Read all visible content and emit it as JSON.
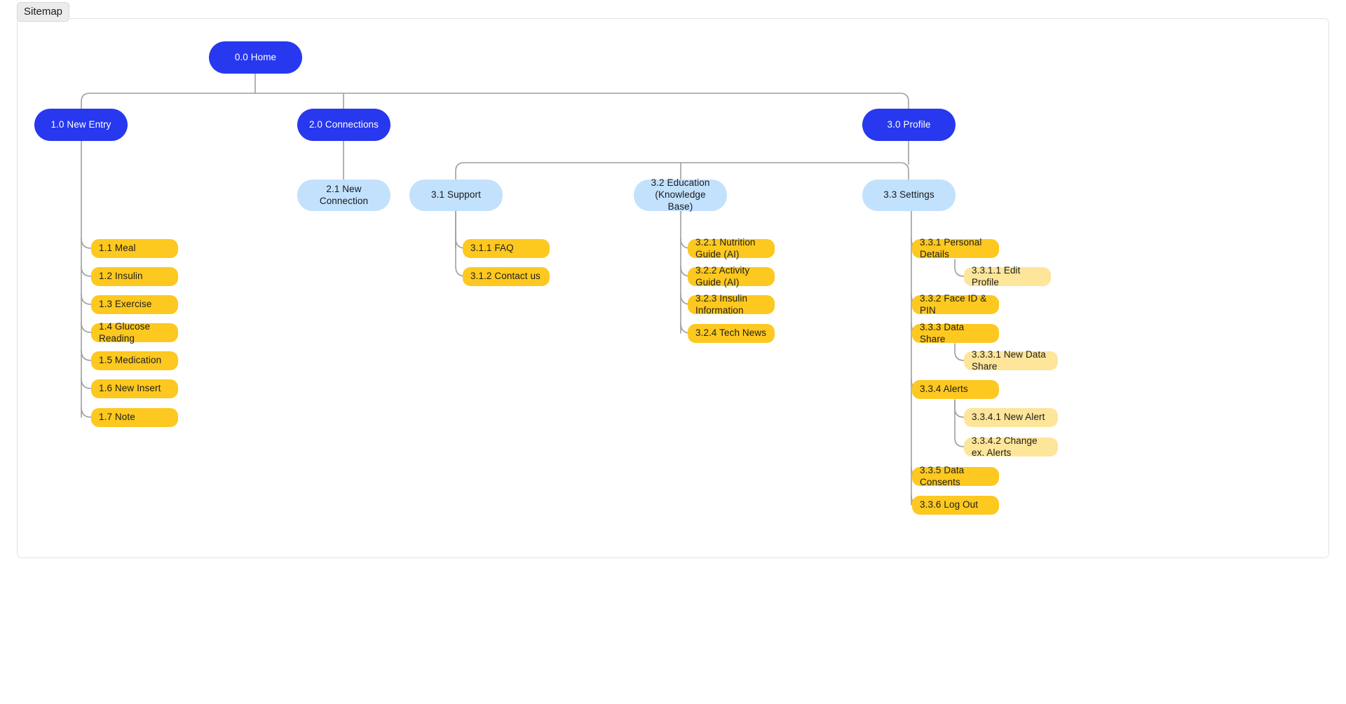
{
  "frame": {
    "label": "Sitemap"
  },
  "colors": {
    "root": "#2738ef",
    "section": "#2738ef",
    "subsection": "#c2e1fc",
    "page": "#fdc81f",
    "subpage": "#fde59a",
    "connector": "#9e9e9e",
    "canvas": "#ffffff",
    "chip_background": "#ececec"
  },
  "nodes": {
    "home": {
      "label": "0.0 Home"
    },
    "new_entry": {
      "label": "1.0 New Entry"
    },
    "connections": {
      "label": "2.0 Connections"
    },
    "profile": {
      "label": "3.0 Profile"
    },
    "new_connection": {
      "label": "2.1 New Connection"
    },
    "support": {
      "label": "3.1 Support"
    },
    "education": {
      "label": "3.2 Education (Knowledge Base)"
    },
    "settings": {
      "label": "3.3 Settings"
    },
    "meal": {
      "label": "1.1 Meal"
    },
    "insulin": {
      "label": "1.2 Insulin"
    },
    "exercise": {
      "label": "1.3 Exercise"
    },
    "glucose": {
      "label": "1.4 Glucose Reading"
    },
    "medication": {
      "label": "1.5 Medication"
    },
    "new_insert": {
      "label": "1.6 New Insert"
    },
    "note": {
      "label": "1.7 Note"
    },
    "faq": {
      "label": "3.1.1 FAQ"
    },
    "contact_us": {
      "label": "3.1.2 Contact us"
    },
    "nutrition_guide": {
      "label": "3.2.1 Nutrition Guide (AI)"
    },
    "activity_guide": {
      "label": "3.2.2 Activity Guide (AI)"
    },
    "insulin_info": {
      "label": "3.2.3 Insulin Information"
    },
    "tech_news": {
      "label": "3.2.4 Tech News"
    },
    "personal_details": {
      "label": "3.3.1 Personal Details"
    },
    "edit_profile": {
      "label": "3.3.1.1 Edit Profile"
    },
    "face_id_pin": {
      "label": "3.3.2 Face ID & PIN"
    },
    "data_share": {
      "label": "3.3.3 Data Share"
    },
    "new_data_share": {
      "label": "3.3.3.1 New Data Share"
    },
    "alerts": {
      "label": "3.3.4 Alerts"
    },
    "new_alert": {
      "label": "3.3.4.1 New Alert"
    },
    "change_alerts": {
      "label": "3.3.4.2 Change ex. Alerts"
    },
    "data_consents": {
      "label": "3.3.5 Data Consents"
    },
    "log_out": {
      "label": "3.3.6 Log Out"
    }
  }
}
